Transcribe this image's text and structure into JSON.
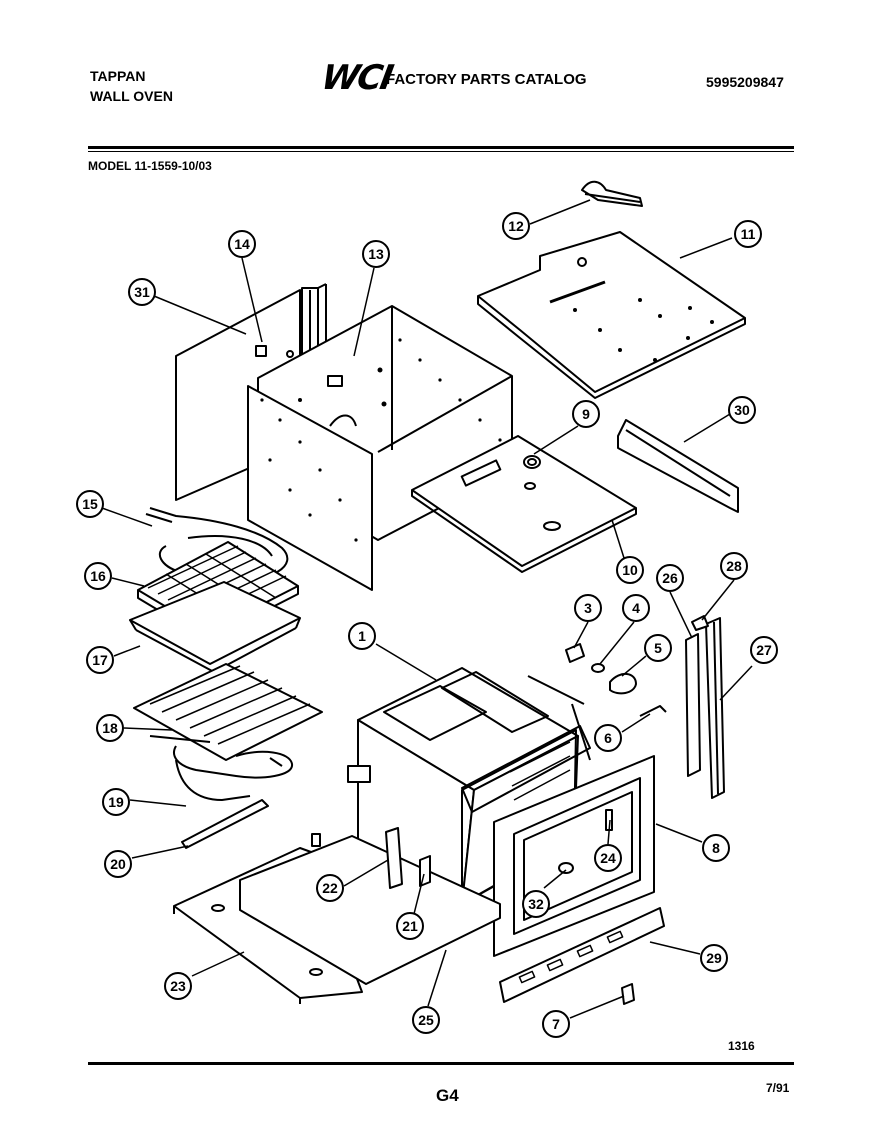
{
  "header": {
    "brand": "TAPPAN",
    "product": "WALL OVEN",
    "logo": "WCI",
    "catalog_title": "FACTORY PARTS CATALOG",
    "catalog_number": "5995209847",
    "model": "MODEL 11-1559-10/03"
  },
  "diagram": {
    "callouts": [
      "1",
      "3",
      "4",
      "5",
      "6",
      "7",
      "8",
      "9",
      "10",
      "11",
      "12",
      "13",
      "14",
      "15",
      "16",
      "17",
      "18",
      "19",
      "20",
      "21",
      "22",
      "23",
      "24",
      "25",
      "26",
      "27",
      "28",
      "29",
      "30",
      "31",
      "32"
    ]
  },
  "footer": {
    "figure_number": "1316",
    "page": "G4",
    "date": "7/91"
  }
}
